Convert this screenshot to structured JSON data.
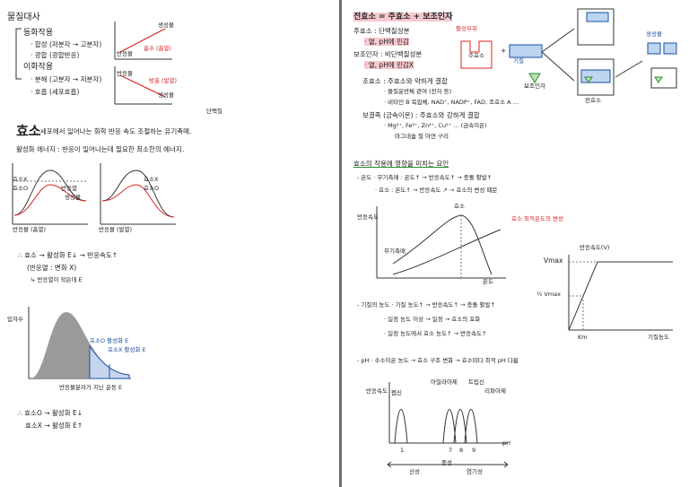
{
  "left": {
    "metabolism": {
      "title": "물질대사",
      "anabolism": "동화작용",
      "ana_items": [
        "· 합성 (저분자 → 고분자)",
        "· 광합 (광합반응)"
      ],
      "catabolism": "이화작용",
      "cata_items": [
        "· 분해 (고분자 → 저분자)",
        "· 호흡 (세포호흡)"
      ],
      "graph_labels": {
        "product_top": "생성물",
        "absorb": "흡수 (흡열)",
        "reactant_top": "반응물",
        "reactant_bottom": "반응물",
        "release": "방출 (발열)",
        "product_bottom": "생성물"
      }
    },
    "enzyme": {
      "title": "효소",
      "def": ": 세포에서 일어나는 화학 반응 속도 조절하는 유기촉매.",
      "side_note": "단백질",
      "note": "활성화 에너지 : 반응이 일어나는데 필요한 최소한의 에너지.",
      "g1_caption": "반응물 (흡열)",
      "g2_caption": "반응물 (발열)",
      "g_labels": [
        "효소X",
        "효소O",
        "반응열",
        "생성물",
        "효소X",
        "효소O"
      ],
      "conclusion": [
        "∴ 효소 → 활성화 E↓ → 반응속도↑",
        "(반응열 : 변화 X)",
        "↳ 반응열이 작은데 E"
      ],
      "dist_ylabel": "입자수",
      "dist_xlabel": "반응물분자가 지닌 운동 E",
      "dist_legend": [
        "효소O 활성화 E",
        "효소X 활성화 E"
      ],
      "final": [
        "∴ 효소O → 활성화 E↓",
        "효소X → 활성화 E↑"
      ]
    }
  },
  "right": {
    "holo": {
      "eq": "전효소 = 주효소 + 보조인자",
      "apo": "주효소 : 단백질성분",
      "apo_sub": "· 열, pH에 민감",
      "cof": "보조인자 : 비단백질성분",
      "cof_sub": "· 열, pH에 민감X",
      "coenzyme": "조효소 : 주효소와 약하게 결합",
      "coenzyme_sub1": "· 물질운반체 관여 (전자 등)",
      "coenzyme_sub2": "· 비타민 B 복합체, NAD⁺, NADP⁺, FAD, 조효소 A …",
      "metal": "보결족 (금속이온) : 주효소와 강하게 결합",
      "metal_ions": "· Mg²⁺, Fe²⁺, Zn²⁺, Cu²⁺ … (금속이온)",
      "metal_names": "마그네슘  철  아연  구리",
      "diagram_labels": [
        "활성부위",
        "주효소",
        "+",
        "기질",
        "보조인자",
        "전효소",
        "생성물"
      ]
    },
    "factors": {
      "title": "효소의 작용에 영향을 미치는 요인",
      "temp1": "- 온도 · 무기촉매 : 온도↑ → 반응속도↑ → 충돌 활발↑",
      "temp2": "· 효소 : 온도↑ → 반응속도 ↗ → 효소의 변성 때문",
      "g_ylabel": "반응속도",
      "g_enzyme": "효소",
      "g_note": "효소 최적온도의 변성",
      "g_inorg": "무기촉매",
      "g_xlabel": "온도",
      "sub1": "- 기질의 농도 · 기질 농도↑ → 반응속도↑ → 충돌 활발↑",
      "sub2": "· 일정 농도 이상 → 일정 → 효소의 포화",
      "sub3": "· 일정 농도에서 효소 농도↑ → 반응속도↑",
      "mm_ylabel": "반응속도(V)",
      "mm_vmax": "Vmax",
      "mm_half": "½ Vmax",
      "mm_km": "Km",
      "mm_xlabel": "기질농도",
      "ph_line": "- pH · 수소이온 농도 → 효소 구조 변화 → 효소마다 최적 pH 다름",
      "ph_ylabel": "반응속도",
      "ph_curves": [
        "펩신",
        "아밀라아제",
        "트립신",
        "리파아제"
      ],
      "ph_ticks": [
        "1",
        "7",
        "8",
        "9"
      ],
      "ph_axis": "pH",
      "ph_bottom": [
        "산성",
        "중성",
        "염기성"
      ]
    }
  }
}
